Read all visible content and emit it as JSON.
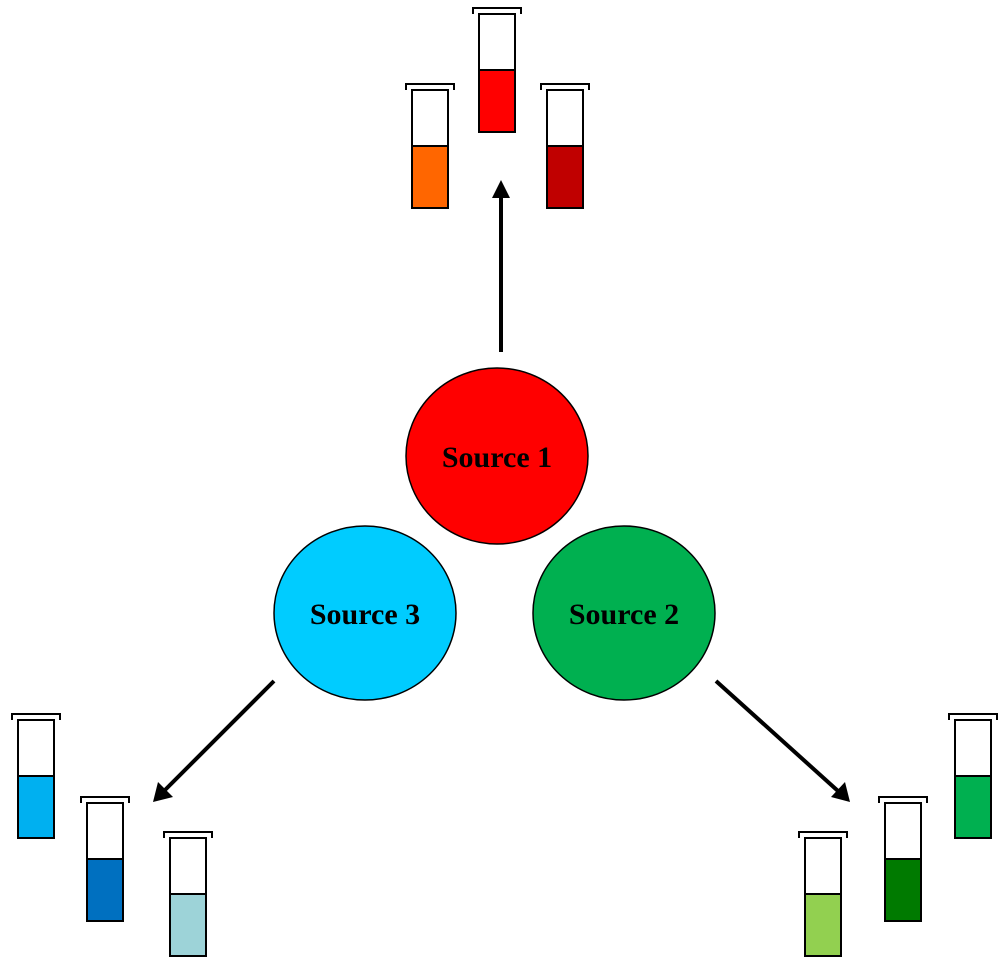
{
  "sources": [
    {
      "id": "source-1",
      "label": "Source 1",
      "color": "#ff0000"
    },
    {
      "id": "source-2",
      "label": "Source 2",
      "color": "#00b050"
    },
    {
      "id": "source-3",
      "label": "Source 3",
      "color": "#00ccff"
    }
  ],
  "tube_groups": [
    {
      "source": "source-1",
      "liquid_colors": [
        "#ff6600",
        "#ff0000",
        "#c00000"
      ]
    },
    {
      "source": "source-2",
      "liquid_colors": [
        "#92d050",
        "#007a00",
        "#00b050"
      ]
    },
    {
      "source": "source-3",
      "liquid_colors": [
        "#00b0f0",
        "#0070c0",
        "#9dd3d8"
      ]
    }
  ],
  "arrow_color": "#000000",
  "outline_color": "#000000"
}
